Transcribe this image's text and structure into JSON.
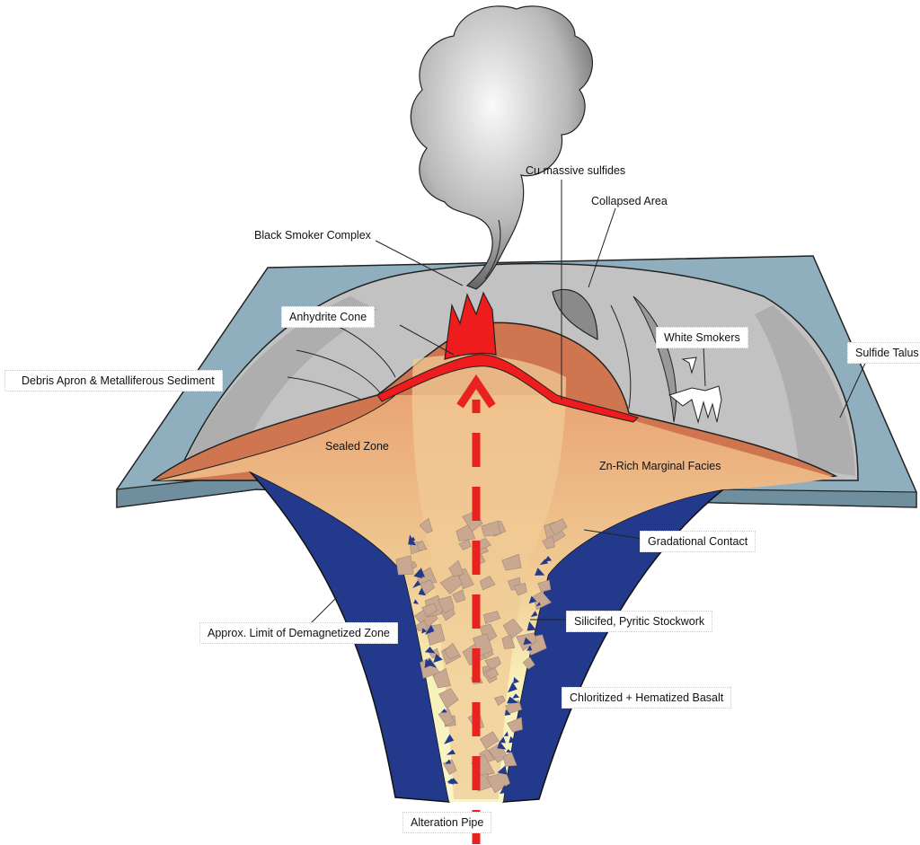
{
  "labels": {
    "cu_massive_sulfides": "Cu massive sulfides",
    "collapsed_area": "Collapsed Area",
    "black_smoker_complex": "Black Smoker Complex",
    "anhydrite_cone": "Anhydrite Cone",
    "white_smokers": "White Smokers",
    "sulfide_talus": "Sulfide Talus",
    "debris_apron": "Debris Apron & Metalliferous Sediment",
    "sealed_zone": "Sealed Zone",
    "zn_rich": "Zn-Rich Marginal Facies",
    "gradational_contact": "Gradational Contact",
    "demagnetized_zone": "Approx. Limit of Demagnetized Zone",
    "stockwork": "Silicifed, Pyritic Stockwork",
    "basalt": "Chloritized + Hematized Basalt",
    "alteration_pipe": "Alteration Pipe"
  },
  "colors": {
    "seafloor": "#8fafbf",
    "mound": "#c2c2c2",
    "sulfide": "#cf7650",
    "anhydrite": "#ee1c1c",
    "basalt": "#233a8c",
    "pipe": "#f6f3c2",
    "arrow": "#e8231f"
  }
}
